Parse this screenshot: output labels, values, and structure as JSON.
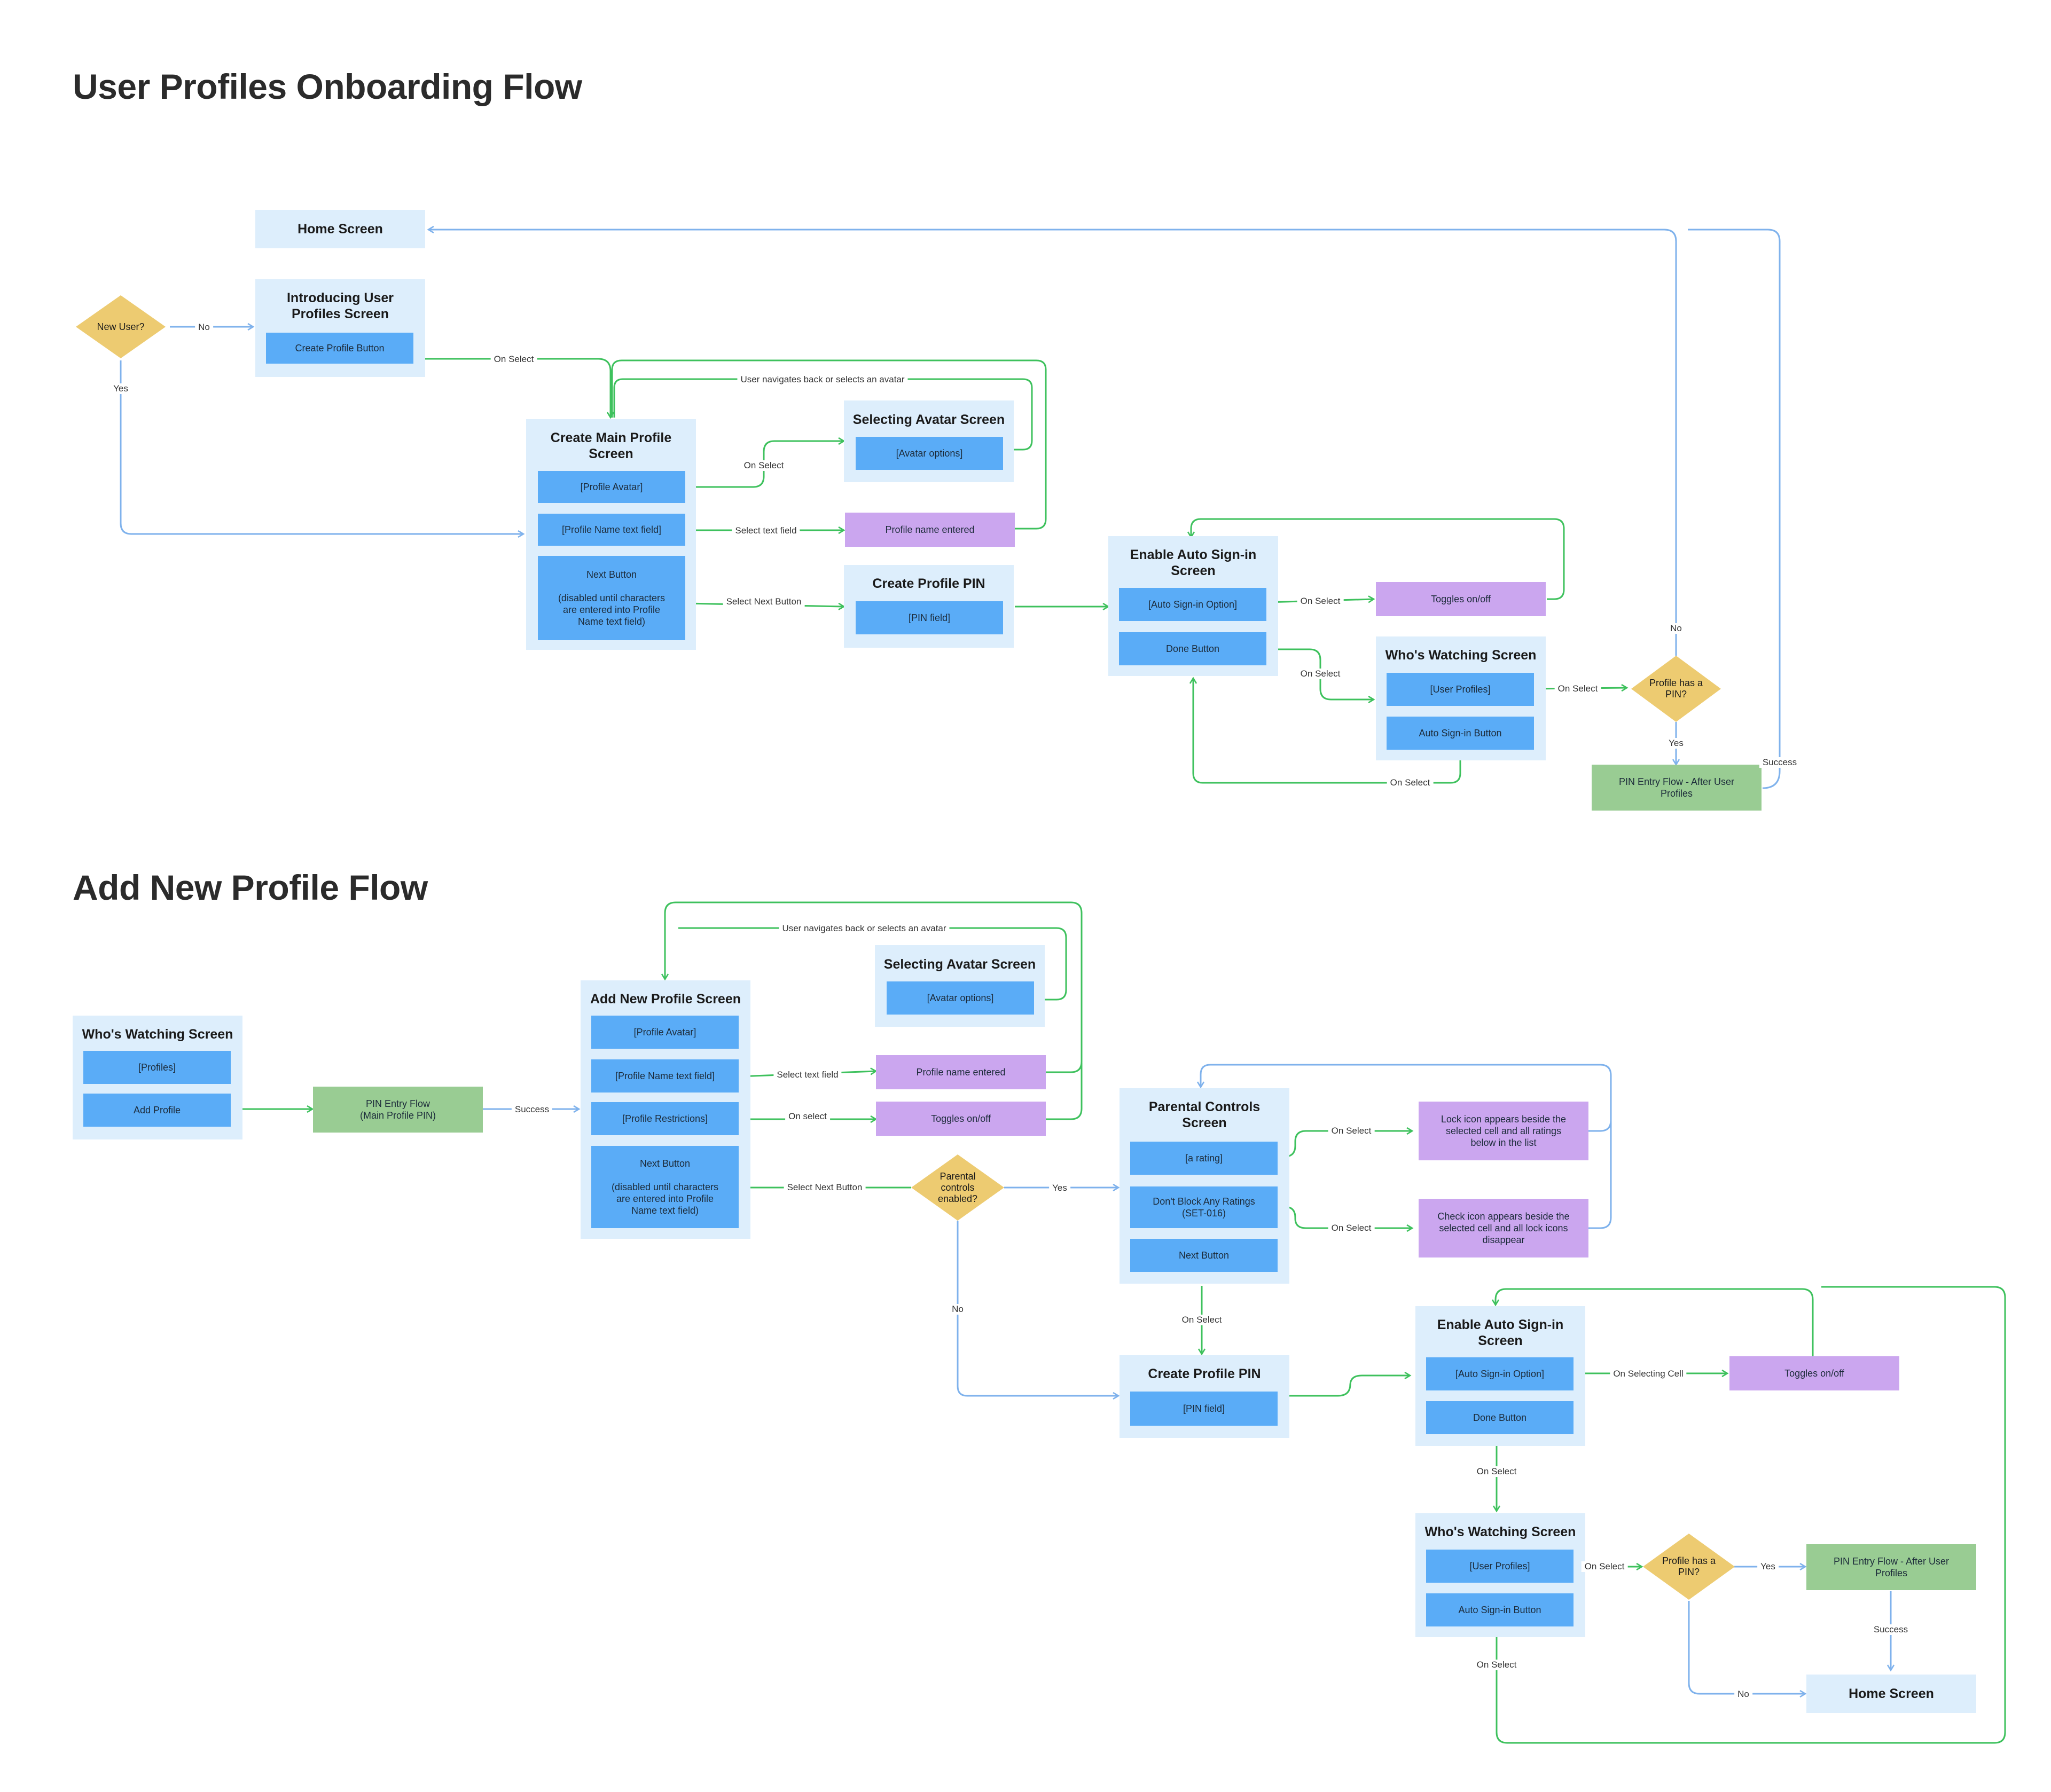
{
  "titles": {
    "onboarding": "User Profiles Onboarding Flow",
    "add_new": "Add New Profile Flow"
  },
  "f1": {
    "home_screen": "Home Screen",
    "new_user": "New User?",
    "intro_screen": "Introducing User Profiles Screen",
    "create_profile_button": "Create Profile Button",
    "create_main_profile_screen": "Create Main Profile Screen",
    "profile_avatar": "[Profile Avatar]",
    "profile_name_field": "[Profile Name text field]",
    "next_button": "Next Button\n\n(disabled until characters are entered into Profile Name text field)",
    "selecting_avatar_screen": "Selecting Avatar Screen",
    "avatar_options": "[Avatar options]",
    "profile_name_entered": "Profile name entered",
    "create_profile_pin": "Create Profile PIN",
    "pin_field": "[PIN field]",
    "enable_auto_signin": "Enable Auto Sign-in Screen",
    "auto_signin_option": "[Auto Sign-in Option]",
    "done_button": "Done Button",
    "toggles": "Toggles on/off",
    "whos_watching": "Who's Watching Screen",
    "user_profiles": "[User Profiles]",
    "auto_signin_button": "Auto Sign-in Button",
    "profile_has_pin": "Profile has a PIN?",
    "pin_entry_flow": "PIN Entry Flow - After User Profiles"
  },
  "f1_labels": {
    "no": "No",
    "yes": "Yes",
    "on_select_create": "On Select",
    "back_or_avatar": "User navigates back or selects an avatar",
    "on_select_avatar": "On Select",
    "select_text_field": "Select text field",
    "select_next_button": "Select Next Button",
    "on_select_toggle": "On Select",
    "on_select_done": "On Select",
    "on_select_profiles": "On Select",
    "on_select_auto": "On Select",
    "no_pin": "No",
    "yes_pin": "Yes",
    "success": "Success"
  },
  "f2": {
    "whos_watching": "Who's Watching Screen",
    "profiles": "[Profiles]",
    "add_profile": "Add Profile",
    "pin_entry_main": "PIN Entry Flow\n(Main Profile PIN)",
    "add_new_profile_screen": "Add New Profile Screen",
    "profile_avatar": "[Profile Avatar]",
    "profile_name_field": "[Profile Name text field]",
    "profile_restrictions": "[Profile Restrictions]",
    "next_button": "Next Button\n\n(disabled until characters are entered into Profile Name text field)",
    "selecting_avatar_screen": "Selecting Avatar Screen",
    "avatar_options": "[Avatar options]",
    "profile_name_entered": "Profile name entered",
    "toggles": "Toggles on/off",
    "parental_enabled": "Parental controls enabled?",
    "parental_screen": "Parental Controls Screen",
    "a_rating": "[a rating]",
    "dont_block": "Don't Block Any Ratings (SET-016)",
    "next_button_pc": "Next Button",
    "lock_icon": "Lock icon appears beside the selected cell and all ratings below in the list",
    "check_icon": "Check icon appears beside the selected cell and all lock icons disappear",
    "create_profile_pin": "Create Profile PIN",
    "pin_field": "[PIN field]",
    "enable_auto_signin": "Enable Auto Sign-in Screen",
    "auto_signin_option": "[Auto Sign-in Option]",
    "done_button": "Done Button",
    "toggles2": "Toggles on/off",
    "whos_watching2": "Who's Watching Screen",
    "user_profiles": "[User Profiles]",
    "auto_signin_button": "Auto Sign-in Button",
    "profile_has_pin": "Profile has a PIN?",
    "pin_entry_after": "PIN Entry Flow - After User Profiles",
    "home_screen": "Home Screen"
  },
  "f2_labels": {
    "back_or_avatar": "User navigates back or selects an avatar",
    "success": "Success",
    "select_text_field": "Select text field",
    "on_select_restrict": "On select",
    "select_next_button": "Select Next Button",
    "yes": "Yes",
    "no": "No",
    "on_select_rating": "On Select",
    "on_select_dont": "On Select",
    "on_select_next": "On Select",
    "on_selecting_cell": "On Selecting Cell",
    "on_select_done": "On Select",
    "on_select_profiles": "On Select",
    "yes_pin": "Yes",
    "no_pin": "No",
    "success2": "Success",
    "on_select_auto": "On Select"
  },
  "colors": {
    "screen_bg": "#ddeefc",
    "cell_blue": "#5aacf7",
    "cell_purple": "#cba6ef",
    "cell_green": "#99cc93",
    "decision": "#edcb71",
    "line_green": "#3ec15d",
    "line_blue": "#7fb2ec"
  }
}
